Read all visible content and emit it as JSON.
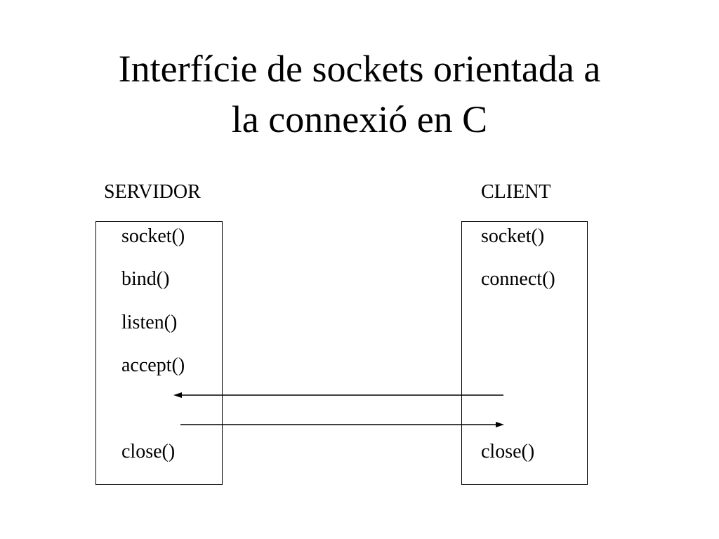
{
  "title": {
    "line1": "Interfície de sockets orientada a",
    "line2": "la connexió en C"
  },
  "server": {
    "heading": "SERVIDOR",
    "calls": [
      "socket()",
      "bind()",
      "listen()",
      "accept()",
      "close()"
    ]
  },
  "client": {
    "heading": "CLIENT",
    "calls": [
      "socket()",
      "connect()",
      "close()"
    ]
  },
  "colors": {
    "line": "#000000",
    "background": "#ffffff"
  }
}
